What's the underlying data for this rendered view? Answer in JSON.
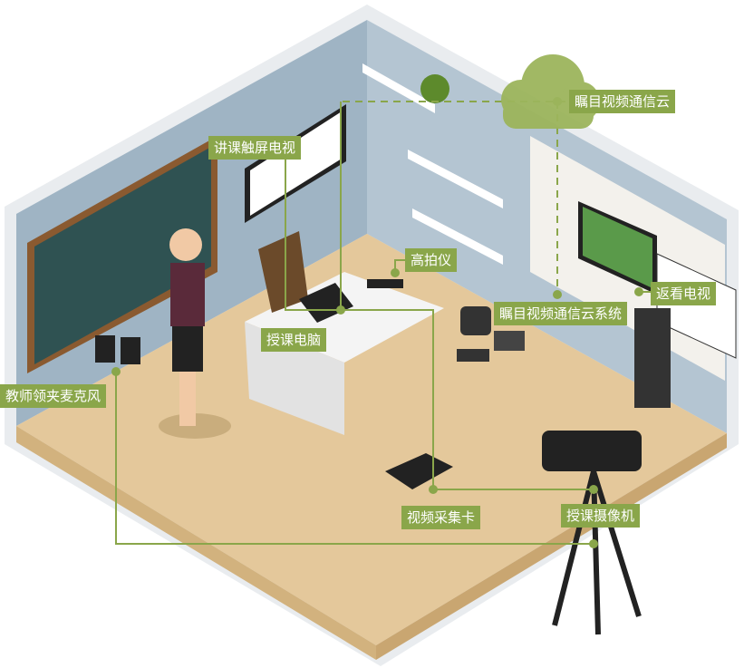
{
  "labels": {
    "cloud": "瞩目视频通信云",
    "touch_tv": "讲课触屏电视",
    "document_camera": "高拍仪",
    "cloud_system": "瞩目视频通信云系统",
    "return_tv": "返看电视",
    "teaching_pc": "授课电脑",
    "lapel_mic": "教师领夹麦克风",
    "capture_card": "视频采集卡",
    "teaching_camera": "授课摄像机"
  },
  "colors": {
    "accent": "#8aa64a",
    "wall": "#9fb4c4",
    "floor": "#e4c89b"
  }
}
